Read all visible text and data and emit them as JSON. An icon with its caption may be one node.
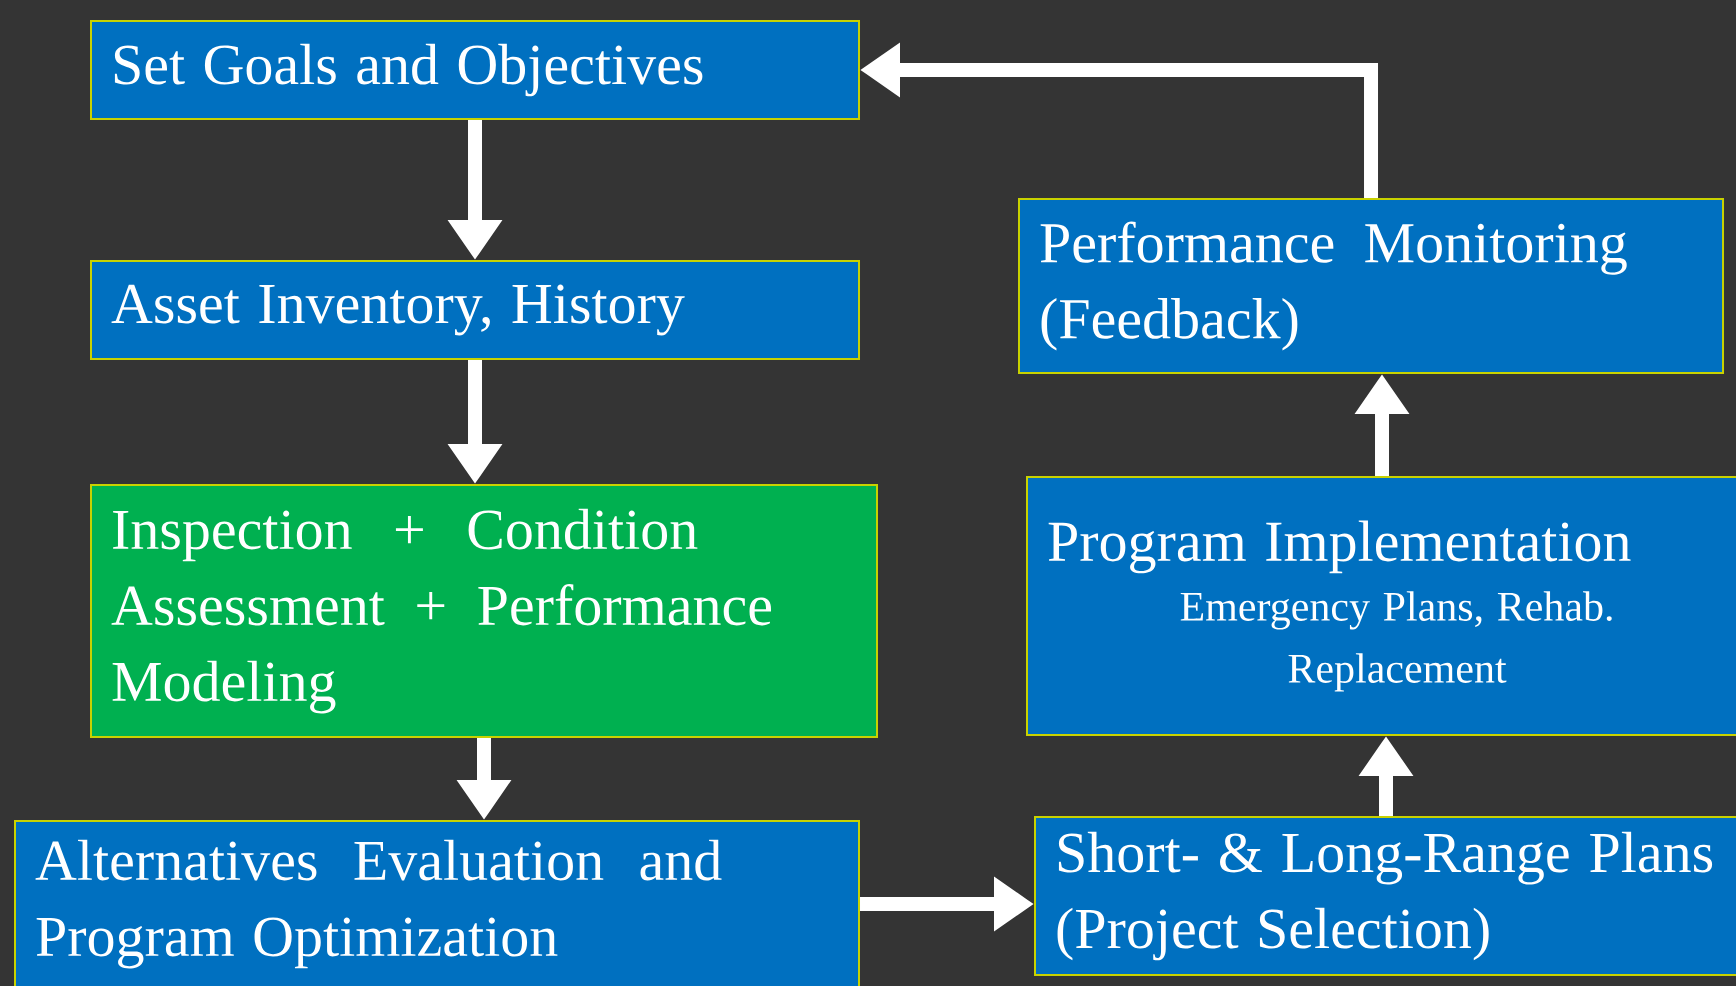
{
  "diagram": {
    "nodes": [
      {
        "text": [
          "Set Goals and Objectives"
        ]
      },
      {
        "text": [
          "Asset Inventory, History"
        ]
      },
      {
        "text": [
          "Inspection + Condition Assessment + Performance Modeling"
        ]
      },
      {
        "text": [
          "Alternatives Evaluation and Program Optimization"
        ]
      },
      {
        "text": [
          "Short- & Long-Range Plans (Project Selection)"
        ]
      },
      {
        "text": [
          "Program Implementation",
          "Emergency Plans, Rehab. Replacement"
        ]
      },
      {
        "text": [
          "Performance Monitoring (Feedback)"
        ]
      }
    ],
    "edges": [
      {
        "from": 0,
        "to": 1,
        "arrow": "to"
      },
      {
        "from": 1,
        "to": 2,
        "arrow": "to"
      },
      {
        "from": 2,
        "to": 3,
        "arrow": "to"
      },
      {
        "from": 3,
        "to": 4,
        "arrow": "to"
      },
      {
        "from": 4,
        "to": 5,
        "arrow": "to"
      },
      {
        "from": 5,
        "to": 6,
        "arrow": "to"
      },
      {
        "from": 6,
        "to": 0,
        "arrow": "to"
      }
    ]
  }
}
